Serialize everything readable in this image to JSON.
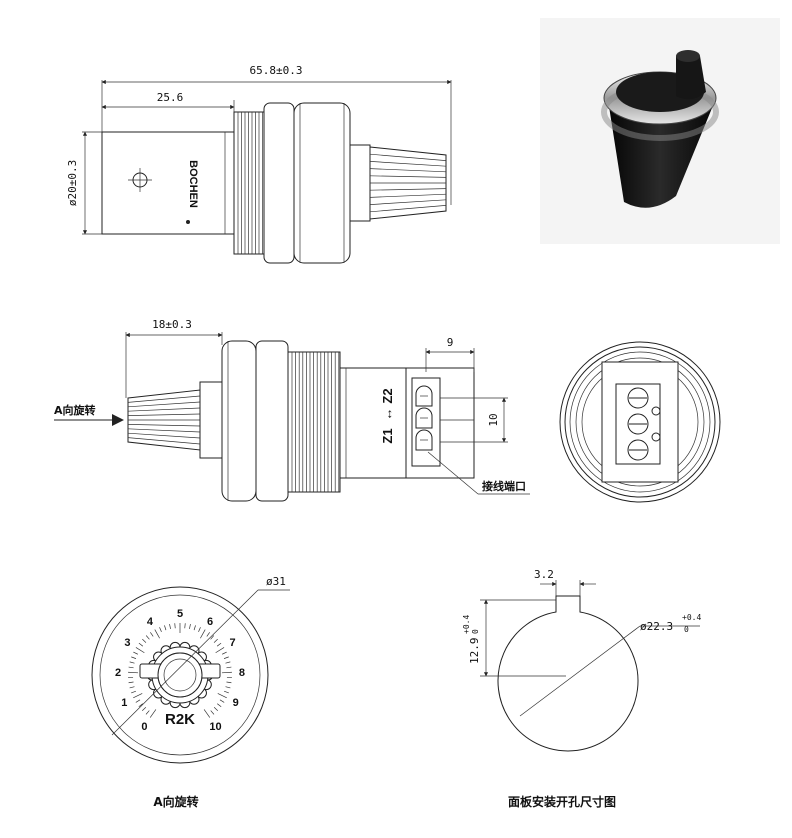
{
  "dims": {
    "overall_length": "65.8±0.3",
    "body_length": "25.6",
    "diameter": "ø20±0.3",
    "knob_offset": "18±0.3",
    "terminal_width": "9",
    "terminal_pitch": "10",
    "dial_diameter": "ø31",
    "key_width": "3.2",
    "key_height": "12.9",
    "key_height_tol_upper": "+0.4",
    "key_height_tol_lower": "0",
    "hole_diameter": "ø22.3",
    "hole_tol_upper": "+0.4",
    "hole_tol_lower": "0"
  },
  "labels": {
    "brand": "BOCHEN",
    "direction_arrow": "A向旋转",
    "terminal_port": "接线端口",
    "z1": "Z1",
    "z2": "Z2",
    "dial_model": "R2K",
    "caption_left": "A向旋转",
    "caption_right": "面板安装开孔尺寸图"
  },
  "dial": {
    "scale": [
      "0",
      "1",
      "2",
      "3",
      "4",
      "5",
      "6",
      "7",
      "8",
      "9",
      "10"
    ]
  },
  "colors": {
    "line": "#222222",
    "photo_body": "#111111",
    "photo_ring": "#c8c8c8"
  }
}
